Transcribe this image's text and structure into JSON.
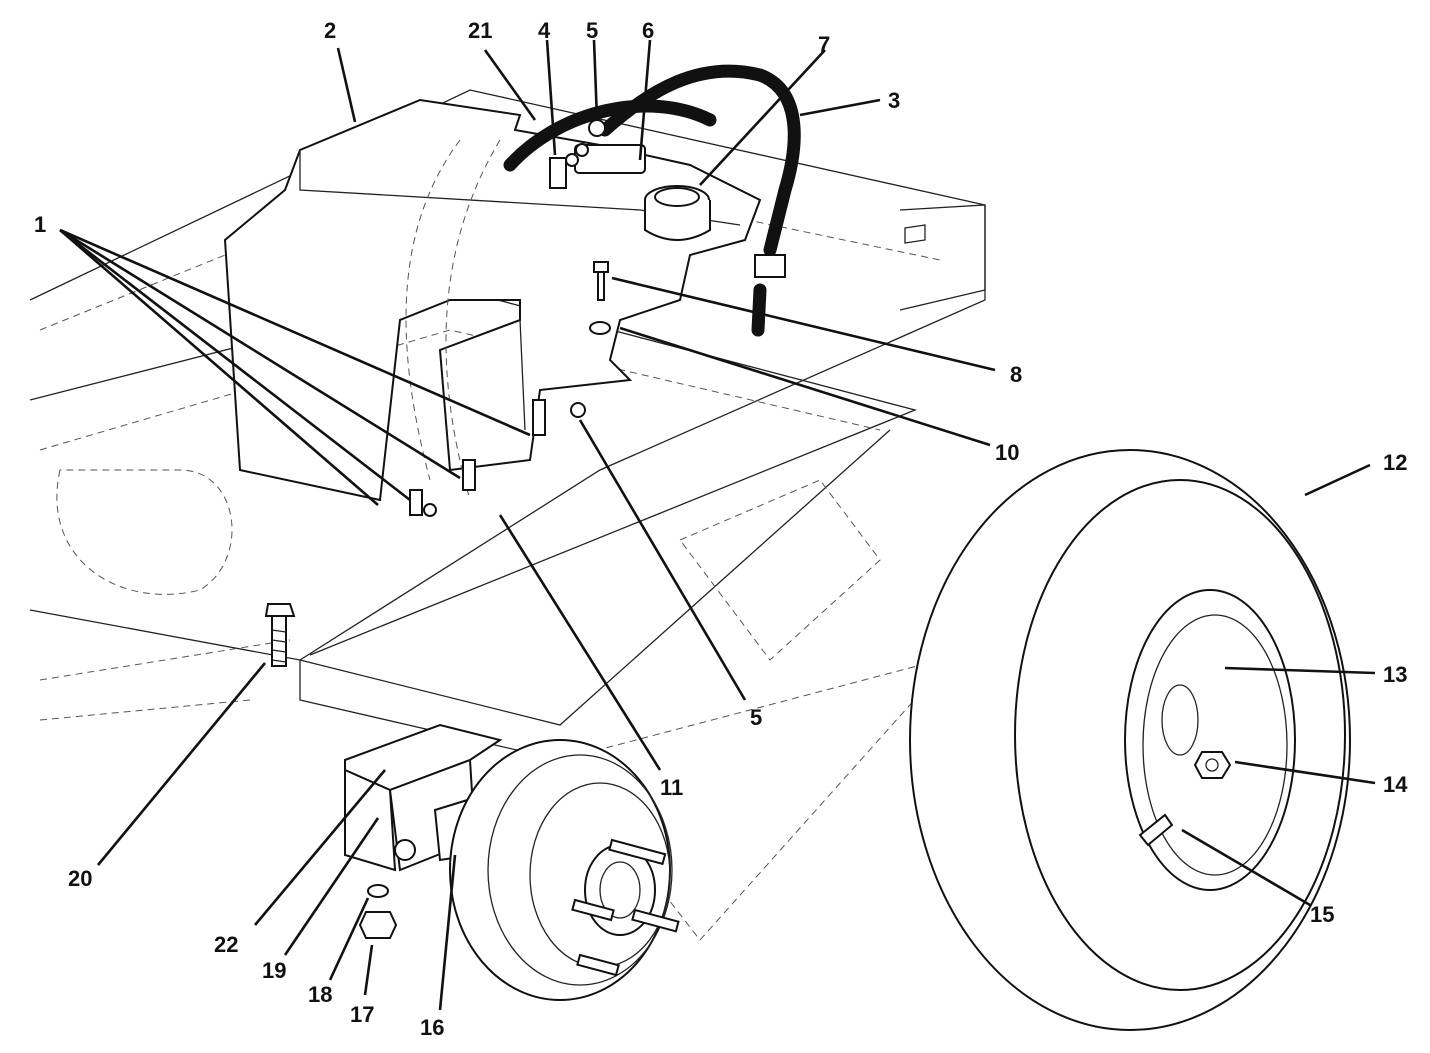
{
  "figure": {
    "callouts": {
      "n1": "1",
      "n2": "2",
      "n3": "3",
      "n4": "4",
      "n5a": "5",
      "n5b": "5",
      "n6": "6",
      "n7": "7",
      "n8": "8",
      "n10": "10",
      "n11": "11",
      "n12": "12",
      "n13": "13",
      "n14": "14",
      "n15": "15",
      "n16": "16",
      "n17": "17",
      "n18": "18",
      "n19": "19",
      "n20": "20",
      "n21": "21",
      "n22": "22"
    }
  }
}
